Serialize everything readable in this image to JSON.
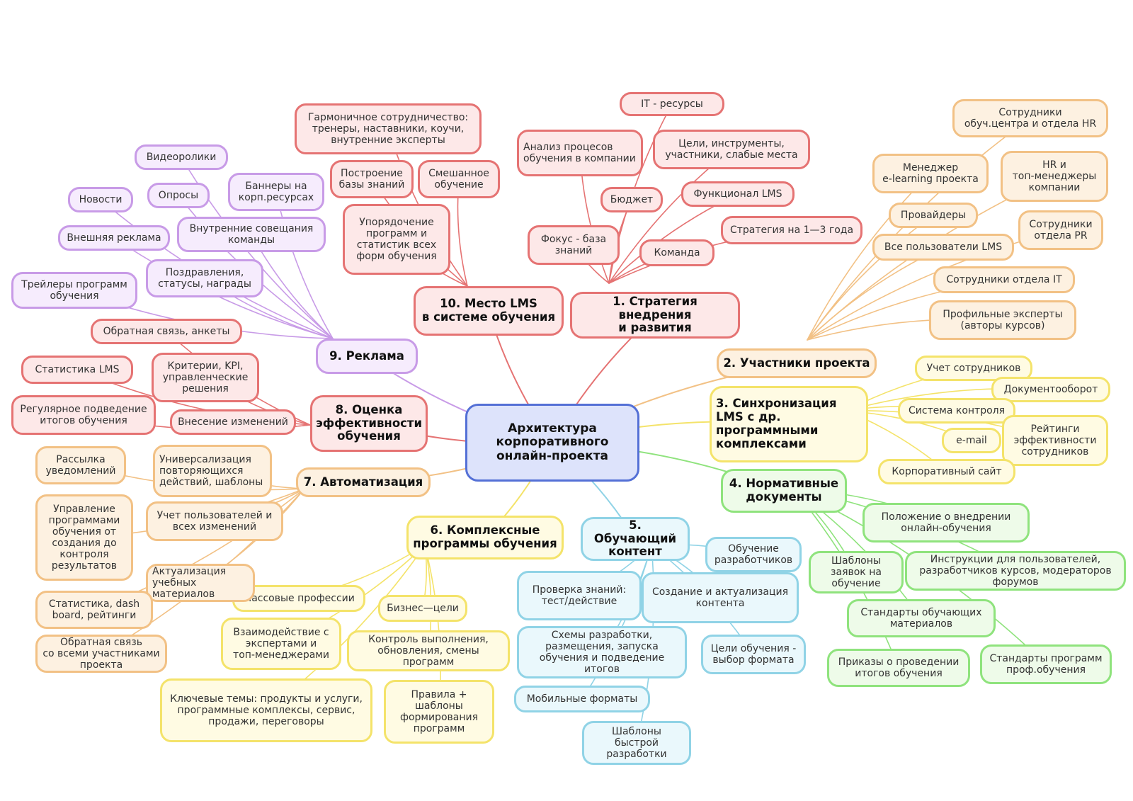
{
  "colors": {
    "red": "#e57373",
    "orange": "#f2c185",
    "yellow": "#f4e36a",
    "green": "#8fe37d",
    "blue": "#90d3e6",
    "purple": "#c89be7",
    "center": "#5470d6"
  },
  "nodes": {
    "center": "Архитектура\nкорпоративного\nонлайн-проекта",
    "b1": "1. Стратегия внедрения\nи развития",
    "b1_it": "IT - ресурсы",
    "b1_analysis": "Анализ процесов\nобучения в компании",
    "b1_goals": "Цели, инструменты,\nучастники, слабые места",
    "b1_budget": "Бюджет",
    "b1_func": "Функционал LMS",
    "b1_focus": "Фокус - база\nзнаний",
    "b1_team": "Команда",
    "b1_strategy": "Стратегия на 1—3 года",
    "b2": "2. Участники проекта",
    "b2_staff_hr": "Сотрудники\nобуч.центра и отдела HR",
    "b2_manager": "Менеджер\ne-learning проекта",
    "b2_topmgr": "HR и\nтоп-менеджеры\nкомпании",
    "b2_providers": "Провайдеры",
    "b2_pr": "Сотрудники\nотдела PR",
    "b2_allusers": "Все пользователи LMS",
    "b2_it": "Сотрудники отдела IT",
    "b2_experts": "Профильные эксперты\n(авторы курсов)",
    "b3": "3. Синхронизация\nLMS с др.\nпрограммными\nкомплексами",
    "b3_staff": "Учет сотрудников",
    "b3_docs": "Документооборот",
    "b3_control": "Система контроля",
    "b3_email": "e-mail",
    "b3_ratings": "Рейтинги\nэффективности\nсотрудников",
    "b3_site": "Корпоративный сайт",
    "b4": "4. Нормативные\nдокументы",
    "b4_regulation": "Положение о внедрении\nонлайн-обучения",
    "b4_templates": "Шаблоны\nзаявок на\nобучение",
    "b4_instructions": "Инструкции для пользователей,\nразработчиков курсов, модераторов\nфорумов",
    "b4_standards": "Стандарты обучающих\nматериалов",
    "b4_orders": "Приказы о проведении\nитогов обучения",
    "b4_program_std": "Стандарты программ\nпроф.обучения",
    "b5": "5. Обучающий\nконтент",
    "b5_devtraining": "Обучение\nразработчиков",
    "b5_check": "Проверка знаний:\nтест/действие",
    "b5_create": "Создание и актуализация\nконтента",
    "b5_schemes": "Схемы разработки,\nразмещения, запуска\nобучения и подведение\nитогов",
    "b5_goals": "Цели обучения -\nвыбор формата",
    "b5_mobile": "Мобильные форматы",
    "b5_templates": "Шаблоны\nбыстрой\nразработки",
    "b6": "6. Комплексные\nпрограммы обучения",
    "b6_mass": "Массовые профессии",
    "b6_business": "Бизнес—цели",
    "b6_interaction": "Взаимодействие с\nэкспертами и\nтоп-менеджерами",
    "b6_control": "Контроль выполнения,\nобновления, смены\nпрограмм",
    "b6_topics": "Ключевые темы: продукты и услуги,\nпрограммные комплексы, сервис,\nпродажи, переговоры",
    "b6_rules": "Правила +\nшаблоны\nформирования\nпрограмм",
    "b7": "7. Автоматизация",
    "b7_mailing": "Рассылка\nуведомлений",
    "b7_universal": "Универсализация\nповторяющихся\nдействий, шаблоны",
    "b7_manage": "Управление\nпрограммами\nобучения от\nсоздания до\nконтроля\nрезультатов",
    "b7_users": "Учет пользователей и\nвсех изменений",
    "b7_update": "Актуализация учебных\nматериалов",
    "b7_stats": "Статистика, dash\nboard, рейтинги",
    "b7_feedback": "Обратная связь\nсо всеми участниками\nпроекта",
    "b8": "8. Оценка\nэффективности\nобучения",
    "b8_feedback": "Обратная связь, анкеты",
    "b8_stats": "Статистика LMS",
    "b8_kpi": "Критерии, KPI,\nуправленческие\nрешения",
    "b8_results": "Регулярное подведение\nитогов обучения",
    "b8_changes": "Внесение изменений",
    "b9": "9. Реклама",
    "b9_video": "Видеоролики",
    "b9_banners": "Баннеры на\nкорп.ресурсах",
    "b9_news": "Новости",
    "b9_polls": "Опросы",
    "b9_meetings": "Внутренние совещания\nкоманды",
    "b9_external": "Внешняя реклама",
    "b9_trailers": "Трейлеры программ\nобучения",
    "b9_congrats": "Поздравления,\nстатусы, награды",
    "b10": "10. Место LMS\nв системе обучения",
    "b10_harmony": "Гармоничное сотрудничество:\nтренеры, наставники, коучи,\nвнутренние эксперты",
    "b10_knowledge": "Построение\nбазы знаний",
    "b10_mixed": "Смешанное\nобучение",
    "b10_order": "Упорядочение\nпрограмм и\nстатистик всех\nформ обучения"
  }
}
